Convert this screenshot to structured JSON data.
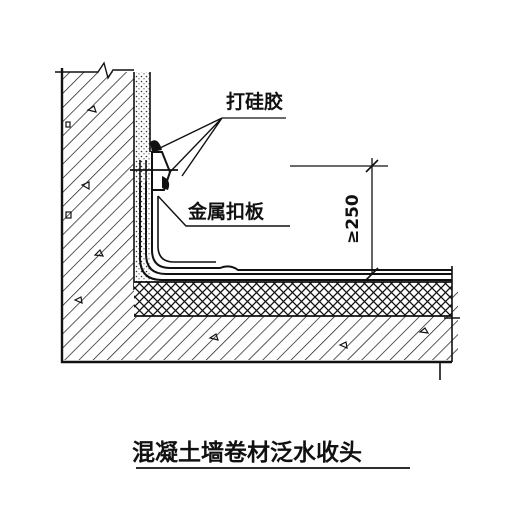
{
  "labels": {
    "silicone_sealant": "打硅胶",
    "metal_clamp_plate": "金属扣板",
    "min_height": "≥250"
  },
  "caption": "混凝土墙卷材泛水收头",
  "colors": {
    "ink": "#111111",
    "paper": "#ffffff"
  }
}
